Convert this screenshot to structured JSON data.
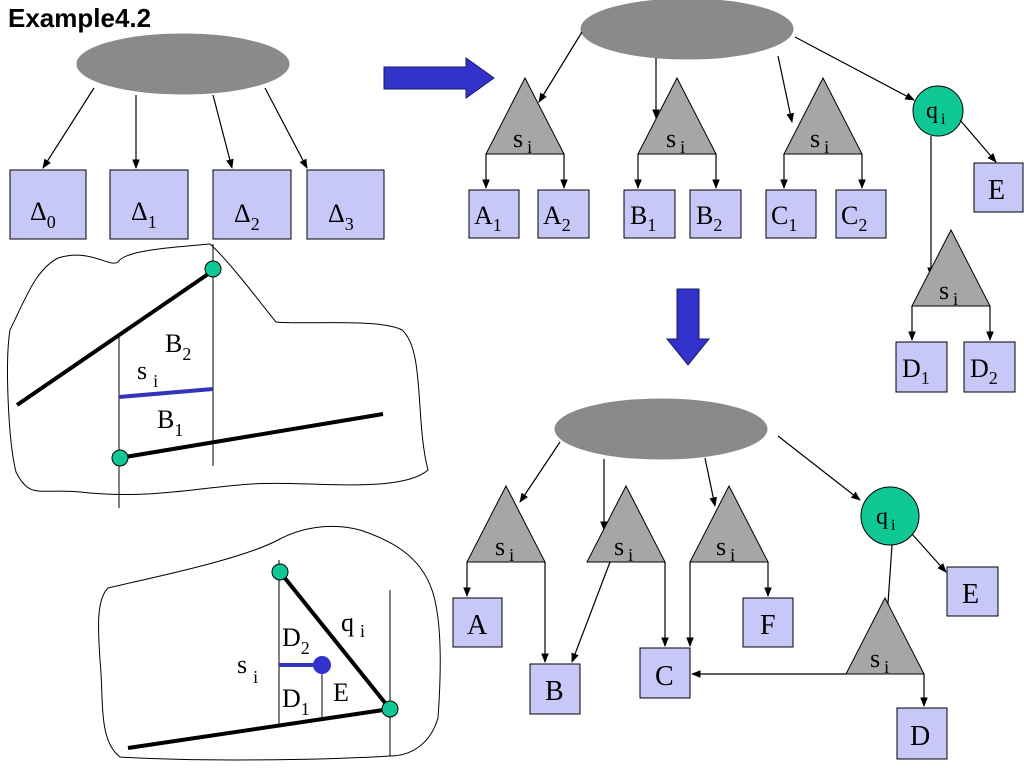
{
  "title": "Example4.2",
  "triangle_label": "s",
  "triangle_sub": "i",
  "q_label": "q",
  "q_sub": "i",
  "delta": {
    "symbol": "Δ",
    "subs": [
      "0",
      "1",
      "2",
      "3"
    ]
  },
  "top_right_leaves": {
    "A1": [
      "A",
      "1"
    ],
    "A2": [
      "A",
      "2"
    ],
    "B1": [
      "B",
      "1"
    ],
    "B2": [
      "B",
      "2"
    ],
    "C1": [
      "C",
      "1"
    ],
    "C2": [
      "C",
      "2"
    ],
    "D1": [
      "D",
      "1"
    ],
    "D2": [
      "D",
      "2"
    ],
    "E": "E"
  },
  "bottom_right_leaves": {
    "A": "A",
    "B": "B",
    "C": "C",
    "D": "D",
    "E": "E",
    "F": "F"
  },
  "region1": {
    "B2": [
      "B",
      "2"
    ],
    "B1": [
      "B",
      "1"
    ],
    "s": [
      "s",
      "i"
    ]
  },
  "region2": {
    "D2": [
      "D",
      "2"
    ],
    "D1": [
      "D",
      "1"
    ],
    "E": "E",
    "q": [
      "q",
      "i"
    ],
    "s": [
      "s",
      "i"
    ]
  },
  "colors": {
    "box": "#c8c8f8",
    "triangle": "#a6a6a6",
    "oval": "#8a8a8a",
    "q_node": "#10c896",
    "arrow": "#3333cc",
    "segment": "#3333bb"
  }
}
